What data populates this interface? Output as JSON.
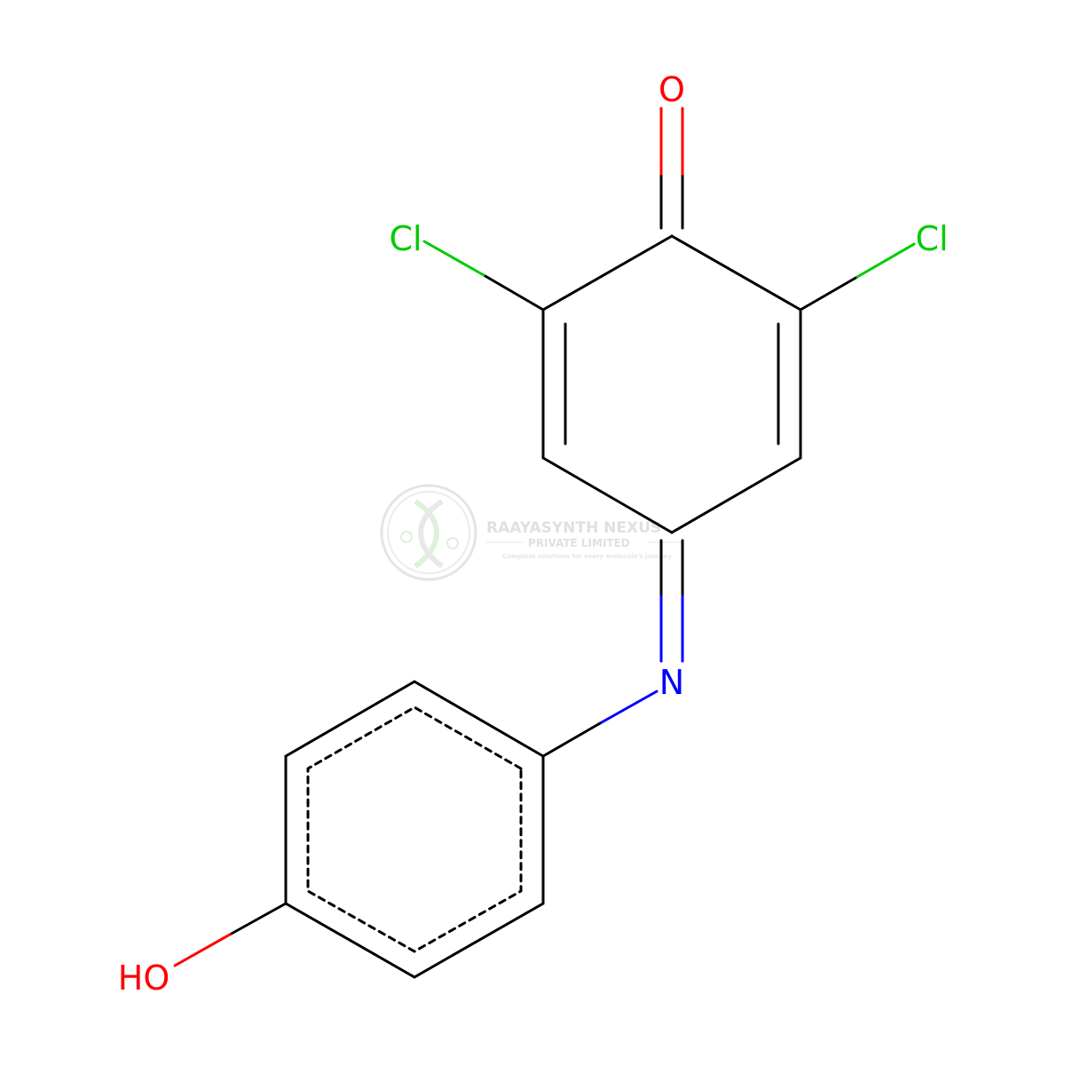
{
  "colors": {
    "bond": "#000000",
    "oxygen": "#ff0000",
    "chlorine": "#00cc00",
    "nitrogen": "#0000ff",
    "watermark": "#c8c8c8",
    "watermark_accent": "#b8e0b0"
  },
  "atoms": {
    "o_carbonyl": "O",
    "cl_left": "Cl",
    "cl_right": "Cl",
    "n_imine": "N",
    "oh_hydroxyl": "HO"
  },
  "watermark": {
    "line1": "RAAYASYNTH NEXUS",
    "line2": "PRIVATE LIMITED",
    "line3": "Complete solutions for every molecule's journey",
    "logo_icon": "dna-helix-icon"
  }
}
